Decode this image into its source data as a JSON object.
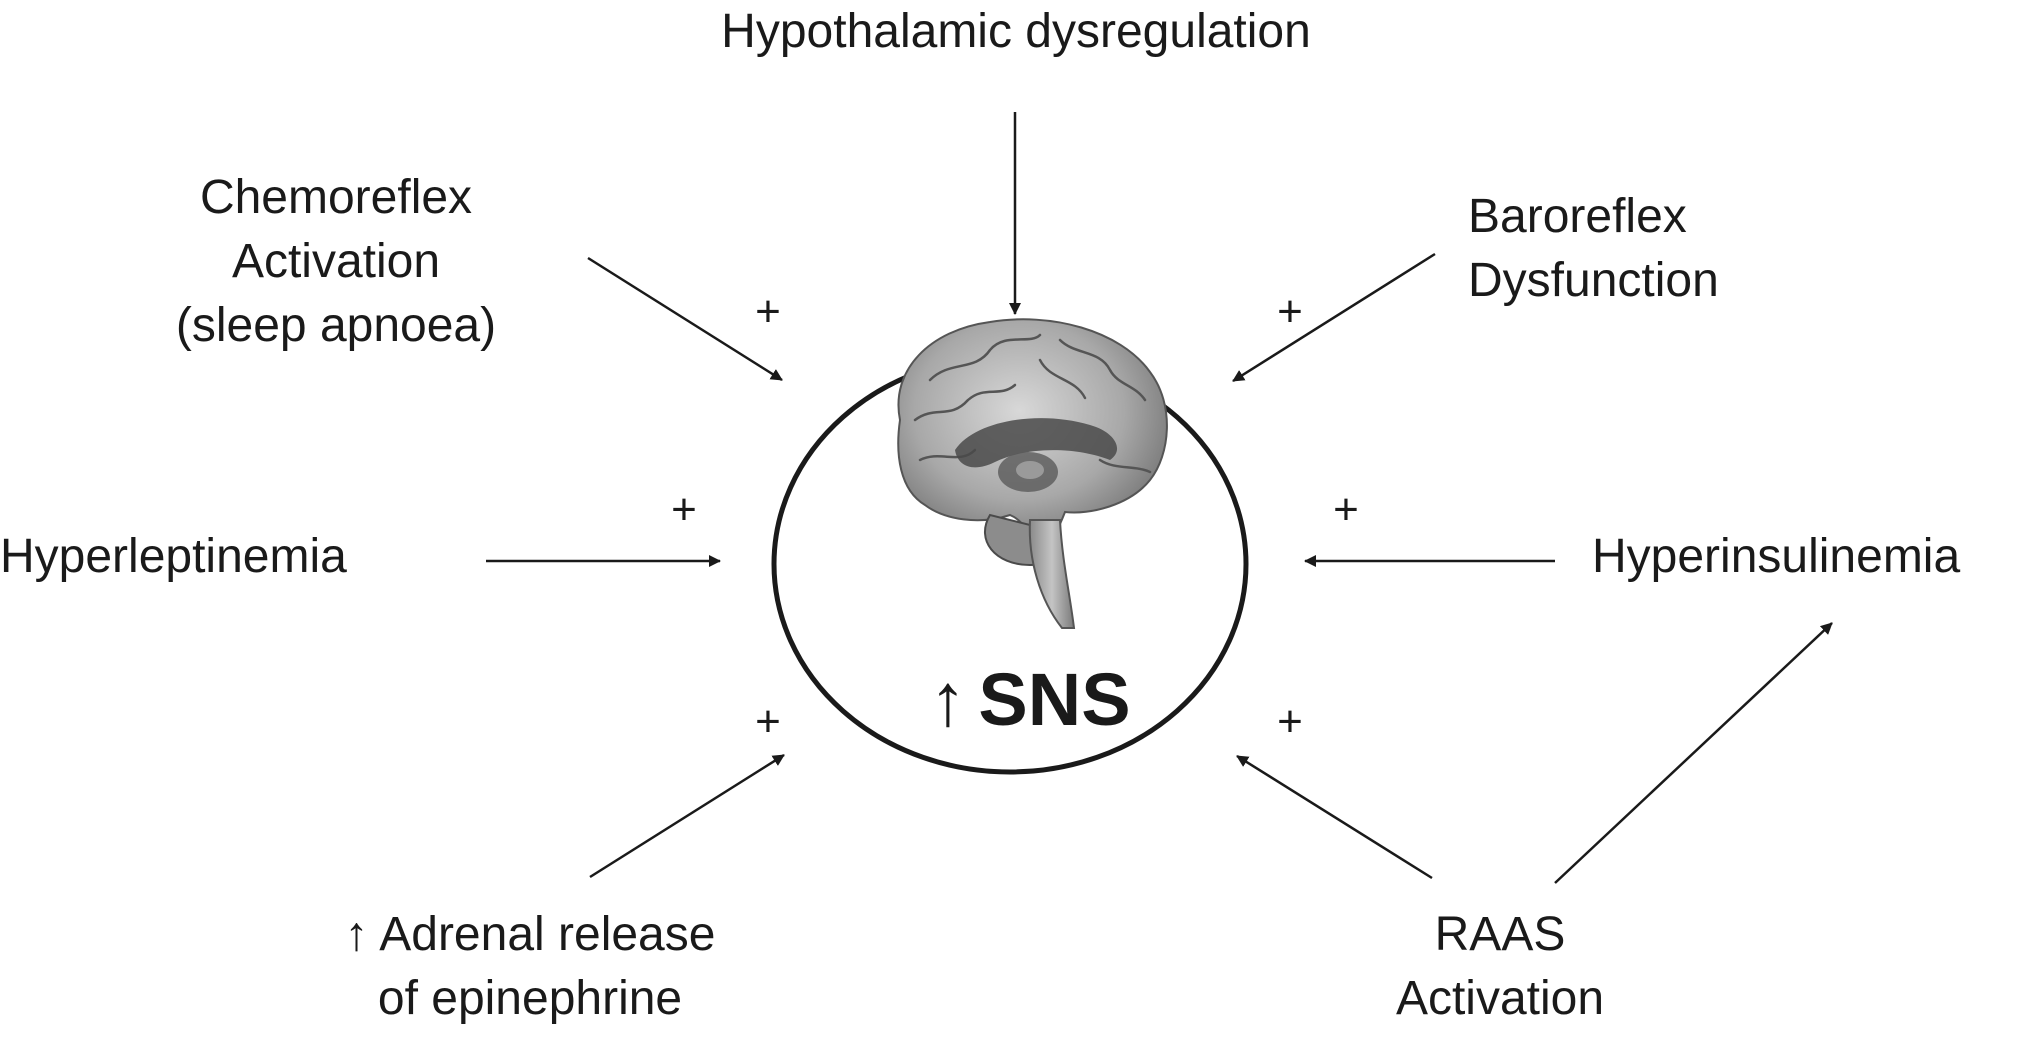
{
  "factors": {
    "hypothalamic": "Hypothalamic dysregulation",
    "chemoreflex": [
      "Chemoreflex",
      "Activation",
      "(sleep apnoea)"
    ],
    "baroreflex": [
      "Baroreflex",
      "Dysfunction"
    ],
    "hyperleptinemia": "Hyperleptinemia",
    "hyperinsulinemia": "Hyperinsulinemia",
    "adrenal": [
      "↑ Adrenal release",
      "of epinephrine"
    ],
    "raas": [
      "RAAS",
      "Activation"
    ]
  },
  "signs": {
    "chemoreflex": "+",
    "baroreflex": "+",
    "hyperleptinemia": "+",
    "hyperinsulinemia": "+",
    "adrenal": "+",
    "raas": "+"
  },
  "center": {
    "arrow": "↑",
    "label": "SNS",
    "image": "brain-illustration"
  }
}
